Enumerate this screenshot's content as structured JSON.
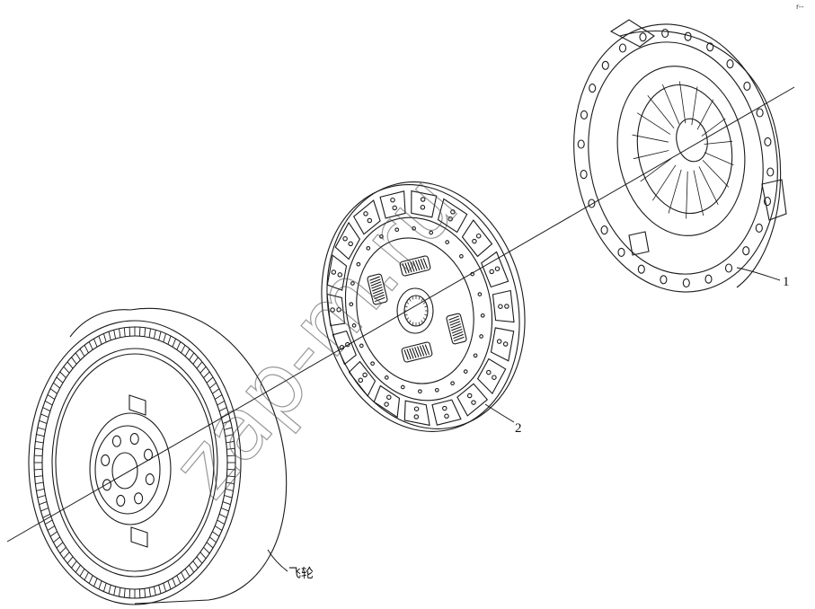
{
  "diagram": {
    "callouts": {
      "pressure_plate": "1",
      "clutch_disc": "2",
      "flywheel": "飞轮"
    },
    "watermark": "zap-m.ru",
    "corner_mark": "r--"
  },
  "colors": {
    "line": "#1a1a1a",
    "background": "#ffffff"
  }
}
